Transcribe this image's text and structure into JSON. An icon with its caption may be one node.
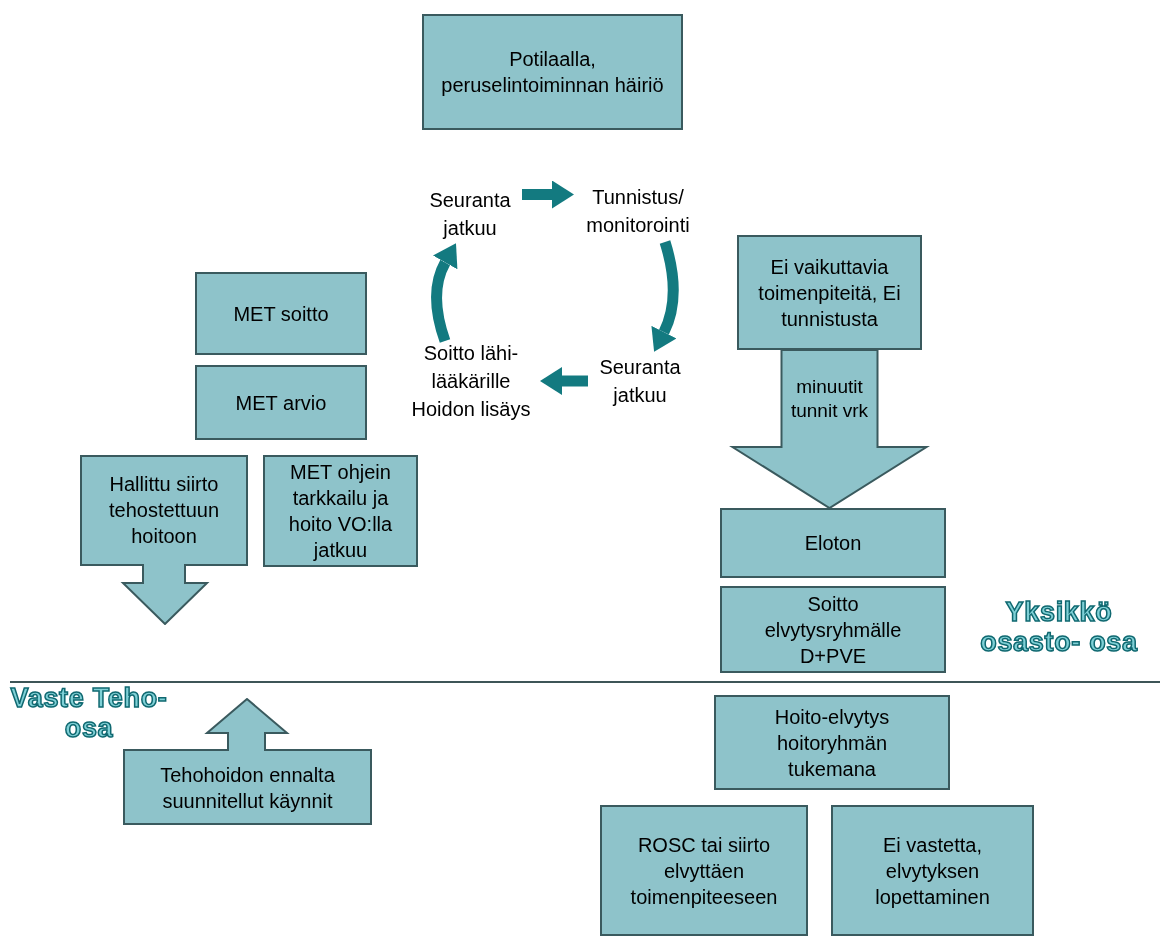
{
  "diagram": {
    "nodes": [
      {
        "text": [
          "Potilaalla, peruselintoiminnan häiriö"
        ]
      },
      {
        "text": [
          "Seuranta jatkuu"
        ]
      },
      {
        "text": [
          "Tunnistus/ monitorointi"
        ]
      },
      {
        "text": [
          "Seuranta jatkuu"
        ]
      },
      {
        "text": [
          "Soitto lähi- lääkärille Hoidon lisäys"
        ]
      },
      {
        "text": [
          "MET soitto"
        ]
      },
      {
        "text": [
          "MET arvio"
        ]
      },
      {
        "text": [
          "Hallittu siirto tehostettuun hoitoon"
        ]
      },
      {
        "text": [
          "MET ohjein tarkkailu ja hoito VO:lla jatkuu"
        ]
      },
      {
        "text": [
          "Ei vaikuttavia toimenpiteitä, Ei tunnistusta"
        ]
      },
      {
        "text": [
          "Eloton"
        ]
      },
      {
        "text": [
          "Soitto elvytysryhmälle D+PVE"
        ]
      },
      {
        "text": [
          "Hoito-elvytys hoitoryhmän tukemana"
        ]
      },
      {
        "text": [
          "ROSC tai siirto elvyttäen toimenpiteeseen"
        ]
      },
      {
        "text": [
          "Ei vastetta, elvytyksen lopettaminen"
        ]
      },
      {
        "text": [
          "Tehohoidon ennalta suunnitellut käynnit"
        ]
      }
    ],
    "edges": [
      {
        "from": 1,
        "to": 2,
        "arrow": "to"
      },
      {
        "from": 2,
        "to": 3,
        "arrow": "to"
      },
      {
        "from": 3,
        "to": 4,
        "arrow": "to"
      },
      {
        "from": 4,
        "to": 1,
        "arrow": "to"
      },
      {
        "from": 9,
        "to": 10,
        "arrow": "to",
        "label": "minuutit tunnit vrk",
        "style": "thick",
        "color": "#8ec3ca"
      }
    ],
    "labels": [
      "Yksikkö osasto- osa",
      "Vaste Teho-osa"
    ]
  }
}
